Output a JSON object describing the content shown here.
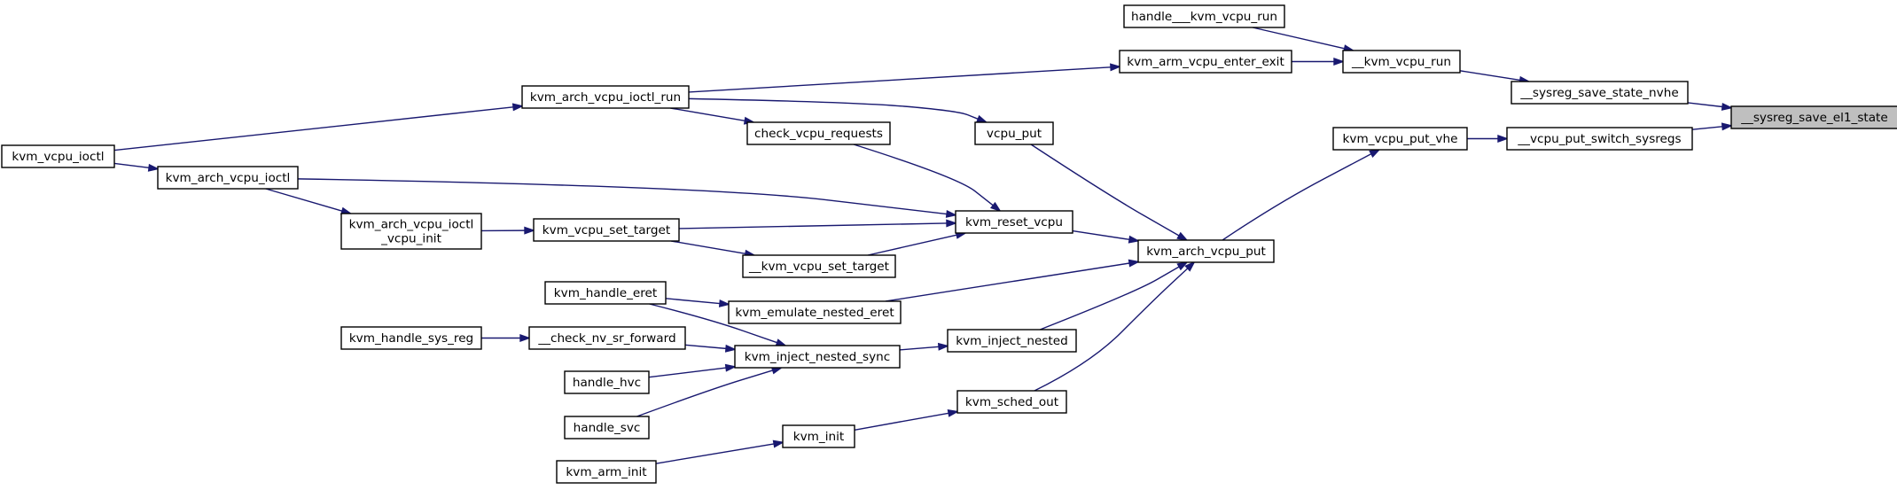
{
  "graph": {
    "nodes": [
      {
        "id": "sysreg_save_el1_state",
        "label": "__sysreg_save_el1_state",
        "root": true
      },
      {
        "id": "sysreg_save_state_nvhe",
        "label": "__sysreg_save_state_nvhe"
      },
      {
        "id": "vcpu_put_switch_sysregs",
        "label": "__vcpu_put_switch_sysregs"
      },
      {
        "id": "kvm_vcpu_run_",
        "label": "__kvm_vcpu_run"
      },
      {
        "id": "kvm_vcpu_put_vhe",
        "label": "kvm_vcpu_put_vhe"
      },
      {
        "id": "handle___kvm_vcpu_run",
        "label": "handle___kvm_vcpu_run"
      },
      {
        "id": "kvm_arm_vcpu_enter_exit",
        "label": "kvm_arm_vcpu_enter_exit"
      },
      {
        "id": "kvm_arch_vcpu_put",
        "label": "kvm_arch_vcpu_put"
      },
      {
        "id": "kvm_arch_vcpu_ioctl_run",
        "label": "kvm_arch_vcpu_ioctl_run"
      },
      {
        "id": "vcpu_put",
        "label": "vcpu_put"
      },
      {
        "id": "kvm_reset_vcpu",
        "label": "kvm_reset_vcpu"
      },
      {
        "id": "kvm_emulate_nested_eret",
        "label": "kvm_emulate_nested_eret"
      },
      {
        "id": "kvm_inject_nested",
        "label": "kvm_inject_nested"
      },
      {
        "id": "kvm_sched_out",
        "label": "kvm_sched_out"
      },
      {
        "id": "kvm_vcpu_ioctl",
        "label": "kvm_vcpu_ioctl"
      },
      {
        "id": "check_vcpu_requests",
        "label": "check_vcpu_requests"
      },
      {
        "id": "kvm_arch_vcpu_ioctl",
        "label": "kvm_arch_vcpu_ioctl"
      },
      {
        "id": "kvm_vcpu_set_target",
        "label": "kvm_vcpu_set_target"
      },
      {
        "id": "kvm_vcpu_set_target_",
        "label": "__kvm_vcpu_set_target"
      },
      {
        "id": "kvm_arch_vcpu_ioctl_vcpu_init",
        "label": "kvm_arch_vcpu_ioctl\n_vcpu_init"
      },
      {
        "id": "kvm_handle_eret",
        "label": "kvm_handle_eret"
      },
      {
        "id": "kvm_inject_nested_sync",
        "label": "kvm_inject_nested_sync"
      },
      {
        "id": "check_nv_sr_forward",
        "label": "__check_nv_sr_forward"
      },
      {
        "id": "kvm_handle_sys_reg",
        "label": "kvm_handle_sys_reg"
      },
      {
        "id": "handle_hvc",
        "label": "handle_hvc"
      },
      {
        "id": "handle_svc",
        "label": "handle_svc"
      },
      {
        "id": "kvm_init",
        "label": "kvm_init"
      },
      {
        "id": "kvm_arm_init",
        "label": "kvm_arm_init"
      }
    ],
    "edges": [
      {
        "from": "sysreg_save_state_nvhe",
        "to": "sysreg_save_el1_state"
      },
      {
        "from": "vcpu_put_switch_sysregs",
        "to": "sysreg_save_el1_state"
      },
      {
        "from": "kvm_vcpu_run_",
        "to": "sysreg_save_state_nvhe"
      },
      {
        "from": "kvm_vcpu_put_vhe",
        "to": "vcpu_put_switch_sysregs"
      },
      {
        "from": "handle___kvm_vcpu_run",
        "to": "kvm_vcpu_run_"
      },
      {
        "from": "kvm_arm_vcpu_enter_exit",
        "to": "kvm_vcpu_run_"
      },
      {
        "from": "kvm_arch_vcpu_put",
        "to": "kvm_vcpu_put_vhe"
      },
      {
        "from": "kvm_arch_vcpu_ioctl_run",
        "to": "kvm_arm_vcpu_enter_exit"
      },
      {
        "from": "kvm_vcpu_ioctl",
        "to": "kvm_arch_vcpu_ioctl_run"
      },
      {
        "from": "kvm_arch_vcpu_ioctl_run",
        "to": "vcpu_put"
      },
      {
        "from": "kvm_arch_vcpu_ioctl_run",
        "to": "check_vcpu_requests"
      },
      {
        "from": "vcpu_put",
        "to": "kvm_arch_vcpu_put"
      },
      {
        "from": "kvm_reset_vcpu",
        "to": "kvm_arch_vcpu_put"
      },
      {
        "from": "kvm_emulate_nested_eret",
        "to": "kvm_arch_vcpu_put"
      },
      {
        "from": "kvm_inject_nested",
        "to": "kvm_arch_vcpu_put"
      },
      {
        "from": "kvm_sched_out",
        "to": "kvm_arch_vcpu_put"
      },
      {
        "from": "check_vcpu_requests",
        "to": "kvm_reset_vcpu"
      },
      {
        "from": "kvm_arch_vcpu_ioctl",
        "to": "kvm_reset_vcpu"
      },
      {
        "from": "kvm_vcpu_set_target",
        "to": "kvm_reset_vcpu"
      },
      {
        "from": "kvm_vcpu_set_target_",
        "to": "kvm_reset_vcpu"
      },
      {
        "from": "kvm_vcpu_ioctl",
        "to": "kvm_arch_vcpu_ioctl"
      },
      {
        "from": "kvm_arch_vcpu_ioctl",
        "to": "kvm_arch_vcpu_ioctl_vcpu_init"
      },
      {
        "from": "kvm_arch_vcpu_ioctl_vcpu_init",
        "to": "kvm_vcpu_set_target"
      },
      {
        "from": "kvm_vcpu_set_target",
        "to": "kvm_vcpu_set_target_"
      },
      {
        "from": "kvm_handle_eret",
        "to": "kvm_emulate_nested_eret"
      },
      {
        "from": "kvm_handle_eret",
        "to": "kvm_inject_nested_sync"
      },
      {
        "from": "kvm_inject_nested_sync",
        "to": "kvm_inject_nested"
      },
      {
        "from": "check_nv_sr_forward",
        "to": "kvm_inject_nested_sync"
      },
      {
        "from": "kvm_handle_sys_reg",
        "to": "check_nv_sr_forward"
      },
      {
        "from": "handle_hvc",
        "to": "kvm_inject_nested_sync"
      },
      {
        "from": "handle_svc",
        "to": "kvm_inject_nested_sync"
      },
      {
        "from": "kvm_init",
        "to": "kvm_sched_out"
      },
      {
        "from": "kvm_arm_init",
        "to": "kvm_init"
      }
    ]
  }
}
